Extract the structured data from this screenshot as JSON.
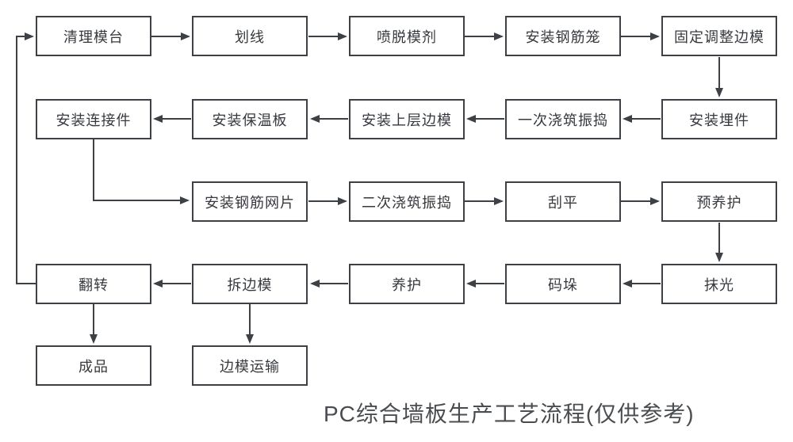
{
  "title": "PC综合墙板生产工艺流程(仅供参考)",
  "colors": {
    "line": "#3d4146",
    "box_border": "#3d4146",
    "box_fill": "#ffffff",
    "text": "#36393d",
    "title_text": "#4a4d50",
    "background": "#ffffff"
  },
  "nodes": [
    {
      "id": "qingli-motai",
      "label": "清理模台"
    },
    {
      "id": "huaxian",
      "label": "划线"
    },
    {
      "id": "pen-tuomoji",
      "label": "喷脱模剂"
    },
    {
      "id": "anzhuang-gangjinlong",
      "label": "安装钢筋笼"
    },
    {
      "id": "guding-tiaozheng-bianmo",
      "label": "固定调整边模"
    },
    {
      "id": "anzhuang-lianjiejian",
      "label": "安装连接件"
    },
    {
      "id": "anzhuang-baowenban",
      "label": "安装保温板"
    },
    {
      "id": "anzhuang-shangceng-bianmo",
      "label": "安装上层边模"
    },
    {
      "id": "yici-jiaozhu-zhendao",
      "label": "一次浇筑振捣"
    },
    {
      "id": "anzhuang-maijian",
      "label": "安装埋件"
    },
    {
      "id": "anzhuang-gangjin-wangpian",
      "label": "安装钢筋网片"
    },
    {
      "id": "erci-jiaozhu-zhendao",
      "label": "二次浇筑振捣"
    },
    {
      "id": "guaping",
      "label": "刮平"
    },
    {
      "id": "yu-yanghu",
      "label": "预养护"
    },
    {
      "id": "fanzhuan",
      "label": "翻转"
    },
    {
      "id": "chai-bianmo",
      "label": "拆边模"
    },
    {
      "id": "yanghu",
      "label": "养护"
    },
    {
      "id": "maduo",
      "label": "码垛"
    },
    {
      "id": "moguang",
      "label": "抹光"
    },
    {
      "id": "chengpin",
      "label": "成品"
    },
    {
      "id": "bianmo-yunshu",
      "label": "边模运输"
    }
  ],
  "edges": [
    "清理模台→划线",
    "划线→喷脱模剂",
    "喷脱模剂→安装钢筋笼",
    "安装钢筋笼→固定调整边模",
    "固定调整边模→安装埋件",
    "安装埋件→一次浇筑振捣",
    "一次浇筑振捣→安装上层边模",
    "安装上层边模→安装保温板",
    "安装保温板→安装连接件",
    "安装连接件→安装钢筋网片",
    "安装钢筋网片→二次浇筑振捣",
    "二次浇筑振捣→刮平",
    "刮平→预养护",
    "预养护→抹光",
    "抹光→码垛",
    "码垛→养护",
    "养护→拆边模",
    "拆边模→翻转",
    "翻转→清理模台",
    "翻转→成品",
    "拆边模→边模运输"
  ]
}
